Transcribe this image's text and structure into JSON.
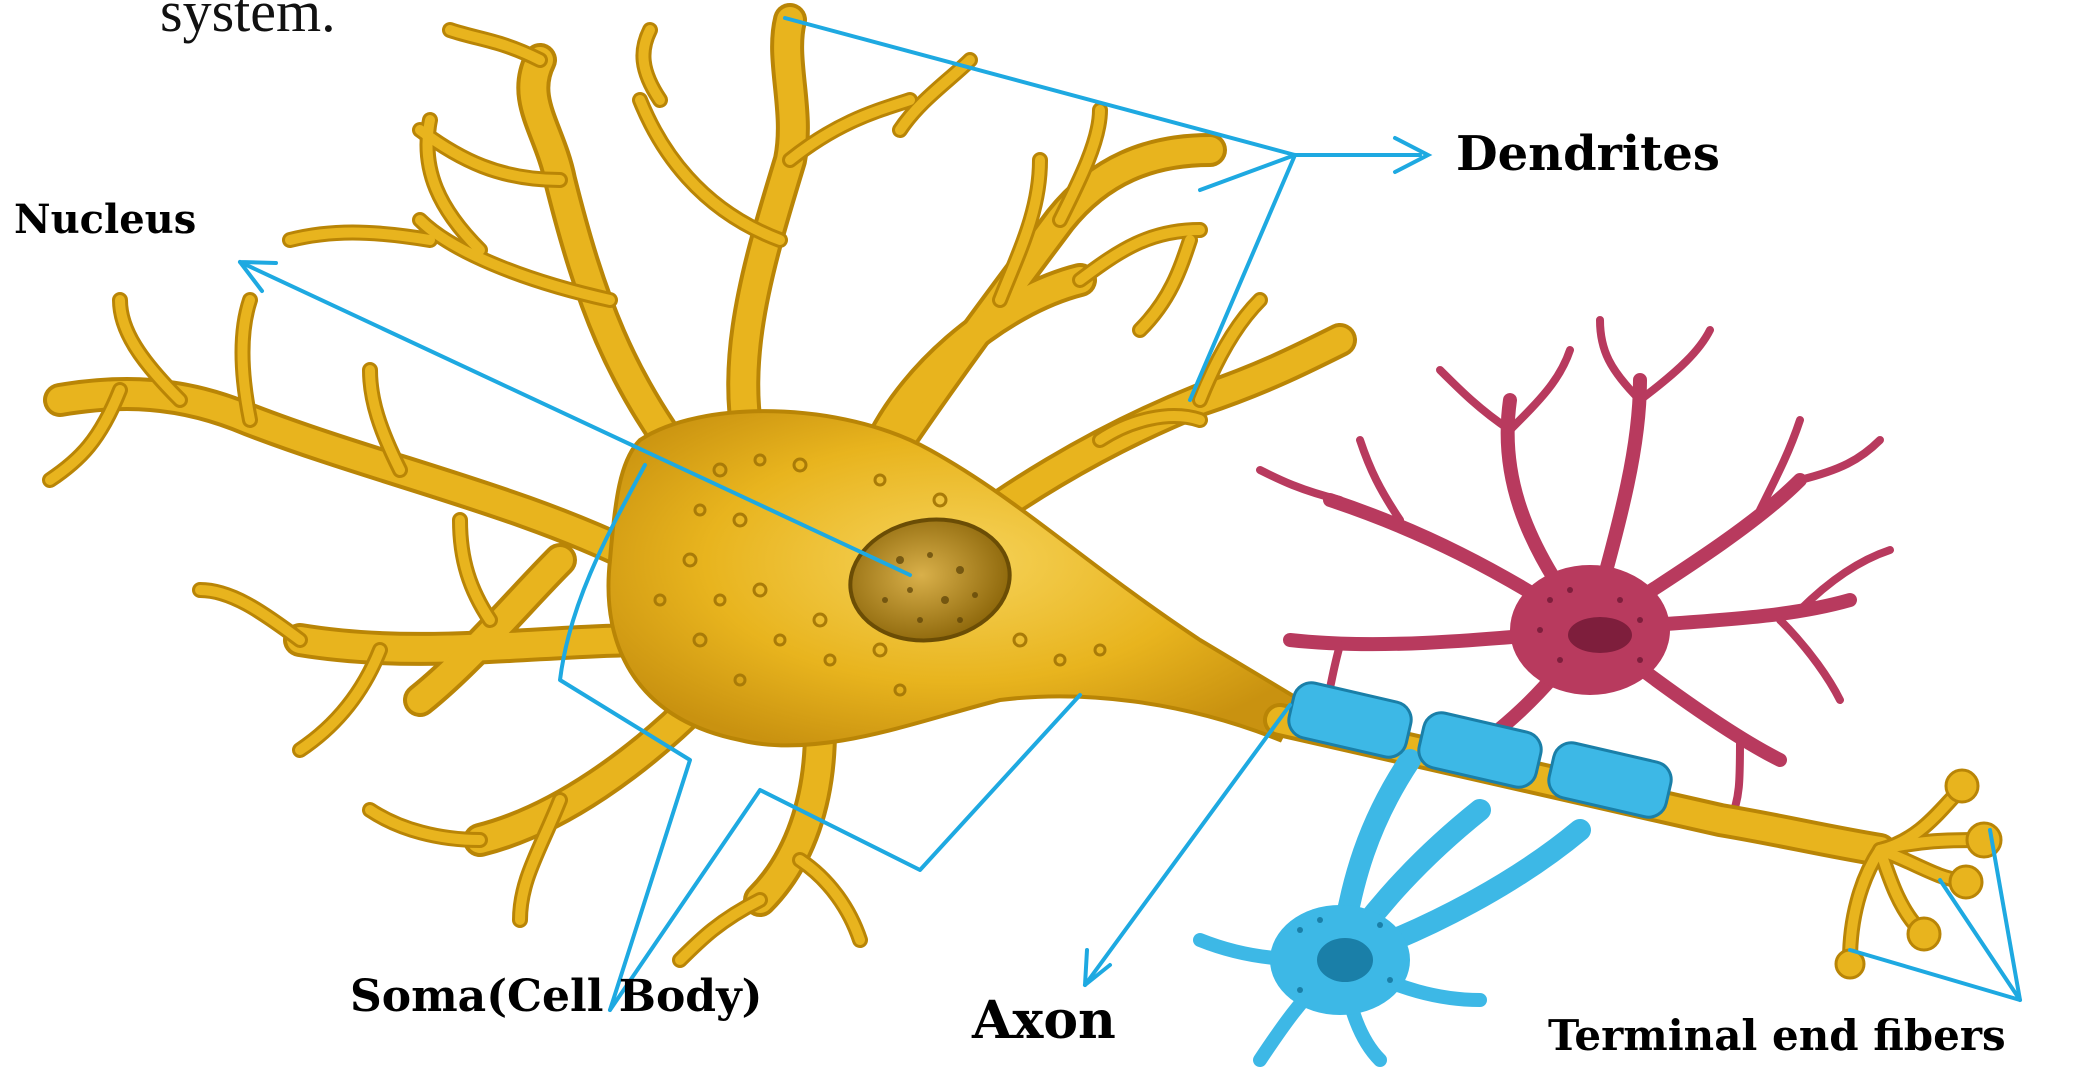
{
  "heading_fragment": "system.",
  "labels": {
    "dendrites": "Dendrites",
    "nucleus": "Nucleus",
    "soma": "Soma(Cell Body)",
    "axon": "Axon",
    "terminal": "Terminal end fibers"
  },
  "colors": {
    "neuron": "#E8B41E",
    "neuron_dark": "#B98506",
    "glia_red": "#B83A5E",
    "glia_blue": "#3DB8E6",
    "pointer": "#1EA9E1"
  }
}
